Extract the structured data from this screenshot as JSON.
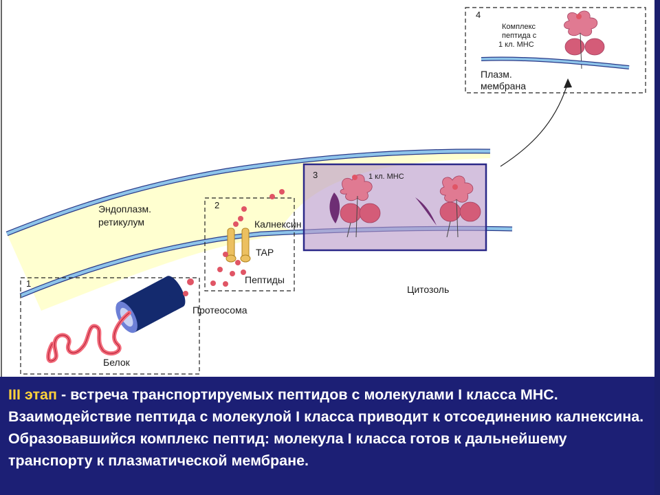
{
  "colors": {
    "background": "#ffffff",
    "caption_bg": "#1c1f75",
    "caption_text": "#ffffff",
    "stage_highlight": "#ffd23a",
    "er_fill": "#ffffd0",
    "membrane": "#8ec4ea",
    "peptide": "#e05565",
    "mhc": "#e07a92",
    "tap": "#ecc060",
    "proteasome": "#142a6e",
    "box3_fill": "#b898c8",
    "box3_border": "#2a2888"
  },
  "icons": {
    "proteasome": "proteasome-cylinder-icon",
    "protein": "protein-chain-icon",
    "tap": "tap-transporter-icon",
    "mhc": "mhc-molecule-icon",
    "calnexin": "calnexin-icon",
    "arrow": "transport-arrow-icon"
  },
  "diagram": {
    "boxes": [
      {
        "number": "1"
      },
      {
        "number": "2"
      },
      {
        "number": "3"
      },
      {
        "number": "4"
      }
    ],
    "labels": {
      "er_line1": "Эндоплазм.",
      "er_line2": "ретикулум",
      "calnexin": "Калнексин",
      "tap": "TAP",
      "peptides": "Пептиды",
      "cytosol": "Цитозоль",
      "proteasome": "Протеосома",
      "protein": "Белок",
      "mhc_class1": "1 кл. МНС",
      "complex_line1": "Комплекс",
      "complex_line2": "пептида с",
      "complex_line3": "1 кл. МНС",
      "membrane_line1": "Плазм.",
      "membrane_line2": "мембрана"
    }
  },
  "caption": {
    "stage": "III этап",
    "text": " - встреча транспортируемых пептидов с молекулами I класса МНС. Взаимодействие пептида с молекулой I класса приводит к отсоединению калнексина. Образовавшийся комплекс пептид: молекула I класса готов к дальнейшему транспорту к плазматической мембране."
  }
}
